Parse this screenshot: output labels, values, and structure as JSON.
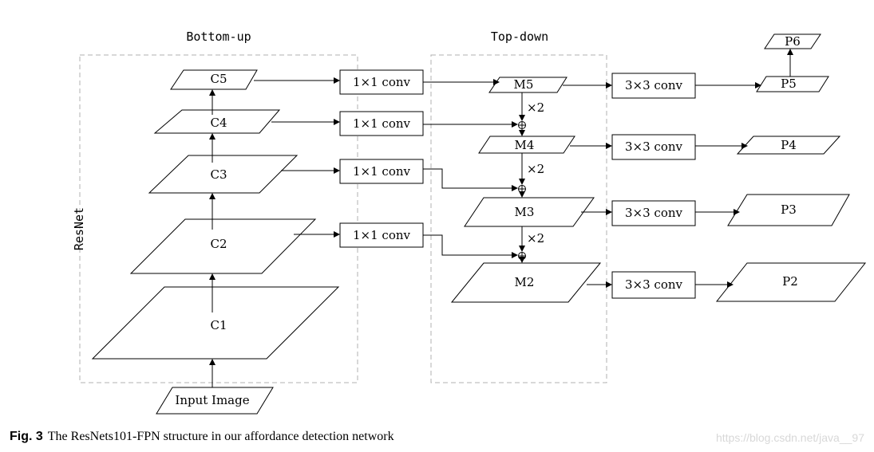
{
  "headers": {
    "bottom_up": "Bottom-up",
    "top_down": "Top-down",
    "resnet": "ResNet"
  },
  "backbone": {
    "c1": "C1",
    "c2": "C2",
    "c3": "C3",
    "c4": "C4",
    "c5": "C5",
    "input": "Input Image"
  },
  "lateral": {
    "conv1": "1×1 conv",
    "conv2": "1×1 conv",
    "conv3": "1×1 conv",
    "conv4": "1×1 conv"
  },
  "merge": {
    "m5": "M5",
    "m4": "M4",
    "m3": "M3",
    "m2": "M2",
    "up1": "×2",
    "up2": "×2",
    "up3": "×2"
  },
  "smooth": {
    "conv5": "3×3 conv",
    "conv4": "3×3 conv",
    "conv3": "3×3 conv",
    "conv2": "3×3 conv"
  },
  "outputs": {
    "p6": "P6",
    "p5": "P5",
    "p4": "P4",
    "p3": "P3",
    "p2": "P2"
  },
  "caption": {
    "fig_label": "Fig. 3",
    "text": "The ResNets101-FPN structure in our affordance detection network"
  },
  "watermark": "https://blog.csdn.net/java__97"
}
